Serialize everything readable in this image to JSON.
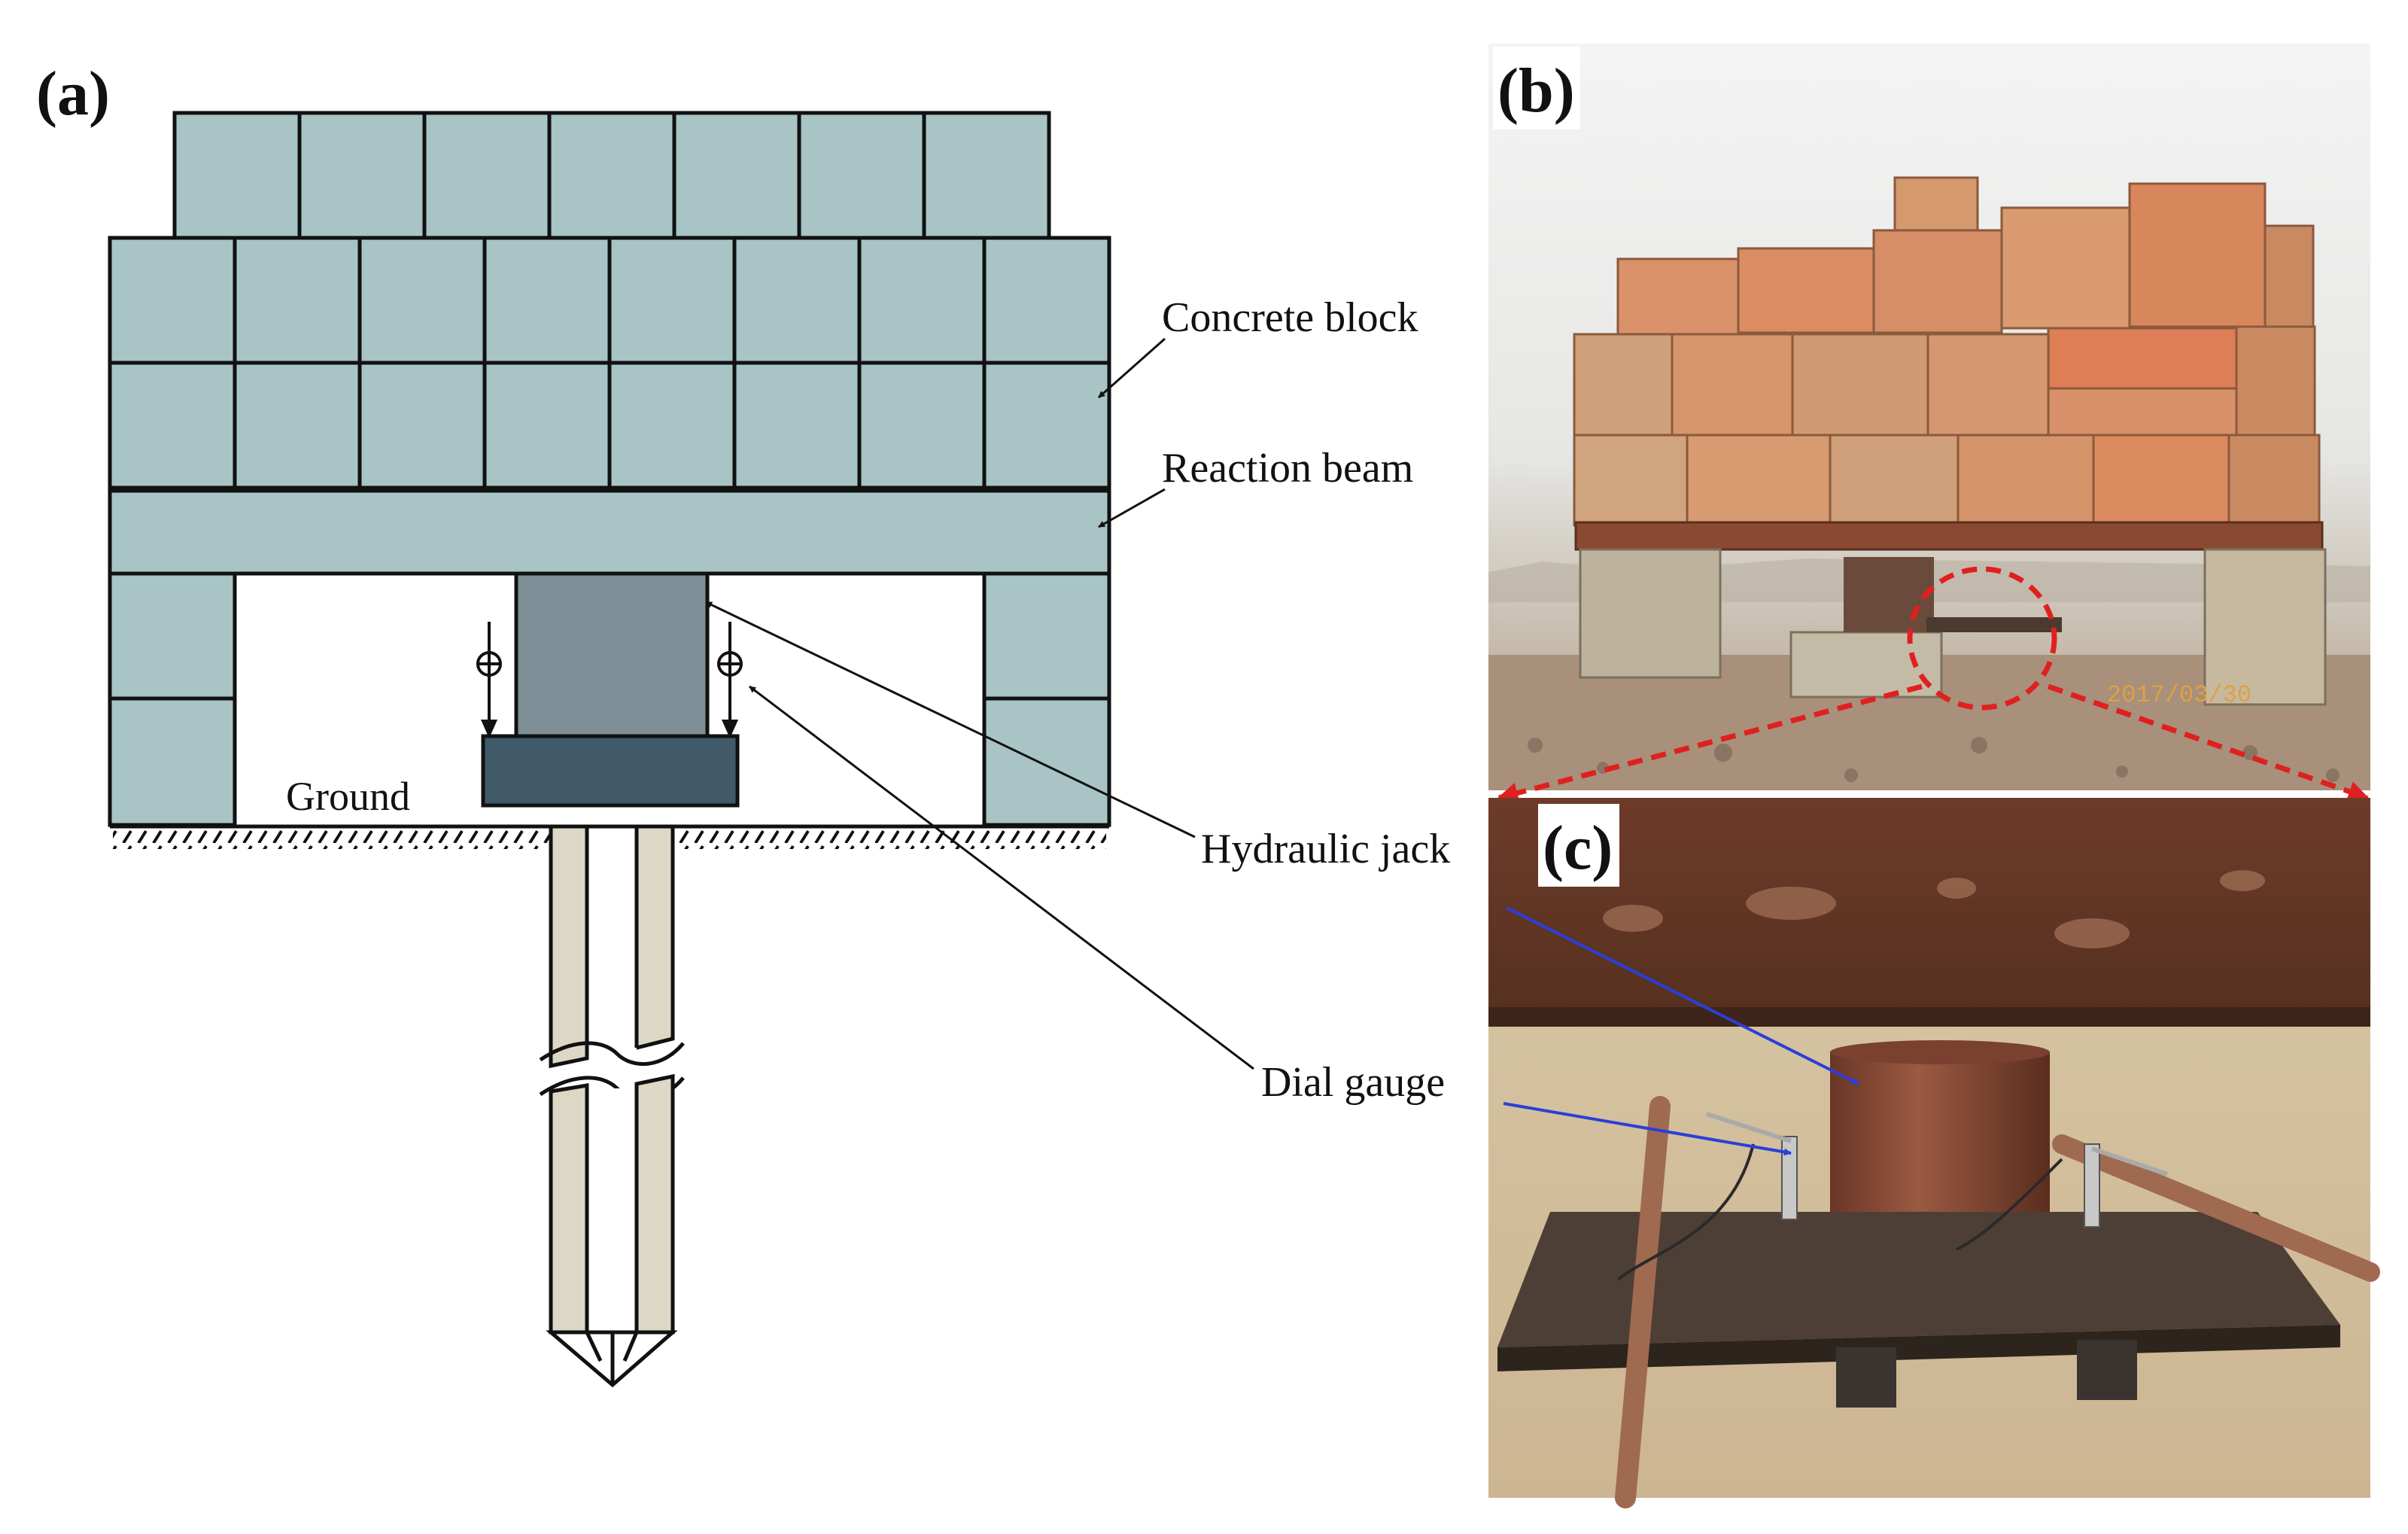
{
  "figure": {
    "panels": {
      "a": "(a)",
      "b": "(b)",
      "c": "(c)"
    },
    "labels": {
      "concrete_block": "Concrete block",
      "reaction_beam": "Reaction beam",
      "hydraulic_jack": "Hydraulic jack",
      "dial_gauge": "Dial gauge",
      "ground": "Ground"
    },
    "photo_b_date_stamp": "2017/03/30",
    "colors": {
      "block_fill": "#a8c4c4",
      "jack_fill": "#7e8e96",
      "bearing_plate": "#415a6a",
      "pile_wall": "#ddd8c6",
      "outline": "#111111",
      "photo_arrow": "#2a3fd8",
      "zoom_marker": "#e02020"
    }
  }
}
